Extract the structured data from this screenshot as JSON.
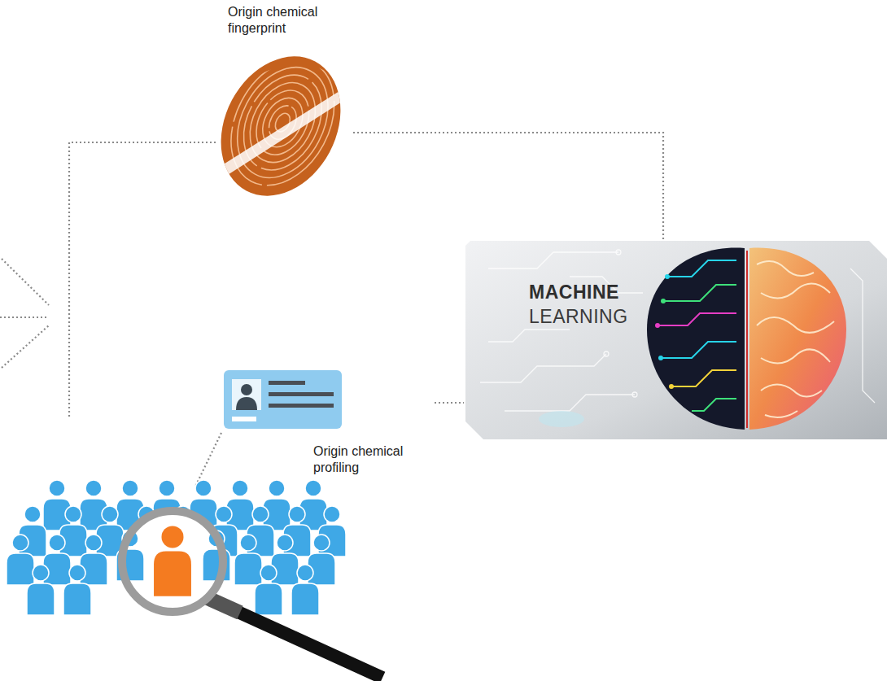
{
  "diagram": {
    "nodes": [
      {
        "text": [
          "Origin chemical fingerprint"
        ]
      },
      {
        "text": [
          "MACHINE",
          "LEARNING"
        ]
      },
      {
        "text": [
          "Origin chemical profiling"
        ]
      }
    ],
    "edges": [
      {
        "from": 0,
        "to": 1,
        "arrow": "none"
      },
      {
        "from": 2,
        "to": 1,
        "arrow": "none"
      }
    ]
  }
}
